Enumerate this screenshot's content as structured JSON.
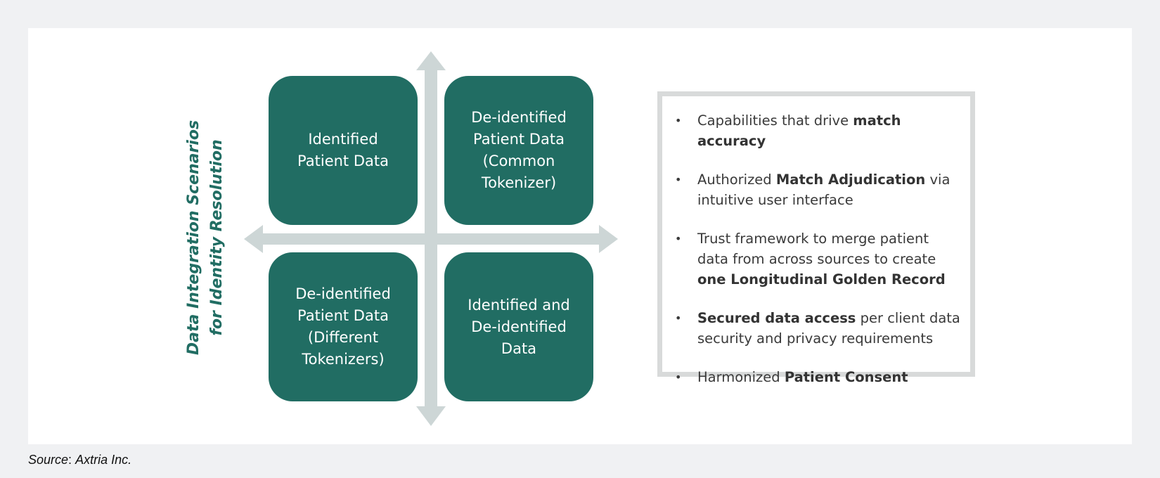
{
  "diagram": {
    "side_title_line1": "Data Integration Scenarios",
    "side_title_line2": "for Identity Resolution",
    "quadrants": {
      "top_left": "Identified\nPatient Data",
      "top_right": "De-identified\nPatient Data\n(Common\nTokenizer)",
      "bottom_left": "De-identified\nPatient Data\n(Different\nTokenizers)",
      "bottom_right": "Identified and\nDe-identified\nData"
    },
    "colors": {
      "quadrant_fill": "#216d63",
      "axis_arrows": "#cdd6d6",
      "title": "#216d63",
      "box_border": "#d8dada"
    }
  },
  "capabilities": [
    {
      "pre": "Capabilities that drive ",
      "bold": "match accuracy",
      "post": ""
    },
    {
      "pre": "Authorized ",
      "bold": "Match Adjudication",
      "post": " via intuitive user interface"
    },
    {
      "pre": "Trust framework to merge patient data from across sources to create ",
      "bold": "one Longitudinal Golden Record",
      "post": ""
    },
    {
      "pre": "",
      "bold": "Secured data access",
      "post": " per client data security and privacy requirements"
    },
    {
      "pre": "Harmonized ",
      "bold": "Patient Consent",
      "post": ""
    }
  ],
  "source": {
    "label": "Source",
    "value": "Axtria Inc."
  }
}
